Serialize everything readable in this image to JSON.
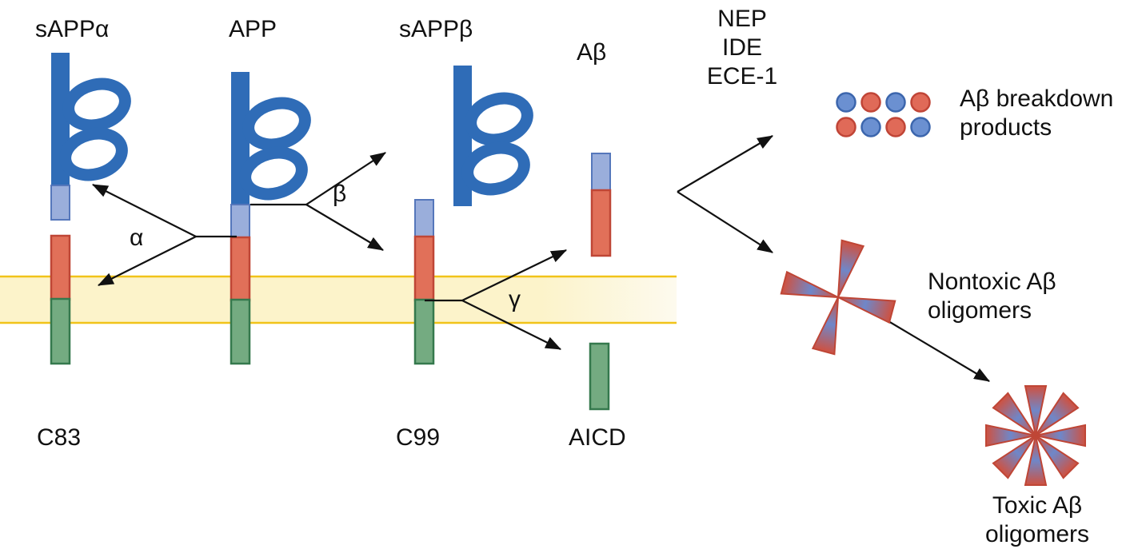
{
  "labels": {
    "sapp_alpha": "sAPPα",
    "app": "APP",
    "sapp_beta": "sAPPβ",
    "a_beta": "Aβ",
    "c83": "C83",
    "c99": "C99",
    "aicd": "AICD"
  },
  "cleavage_sites": {
    "alpha": "α",
    "beta": "β",
    "gamma": "γ"
  },
  "enzymes": [
    "NEP",
    "IDE",
    "ECE-1"
  ],
  "annotations": {
    "breakdown": [
      "Aβ breakdown",
      "products"
    ],
    "nontoxic": [
      "Nontoxic Aβ",
      "oligomers"
    ],
    "toxic": [
      "Toxic Aβ",
      "oligomers"
    ]
  },
  "colors": {
    "protein_blue": "#2f6cb7",
    "lightblue_fill": "#9aaedb",
    "lightblue_stroke": "#5577bb",
    "red_fill": "#e17059",
    "red_stroke": "#bf4636",
    "green_fill": "#74ab81",
    "green_stroke": "#35794d",
    "membrane_fill": "#fcf3ca",
    "membrane_line": "#f1c319",
    "arrow_black": "#111111"
  },
  "dots": {
    "top": [
      {
        "fill": "#6b90d1",
        "stroke": "#3c66ad"
      },
      {
        "fill": "#e06a58",
        "stroke": "#c04537"
      },
      {
        "fill": "#6b90d1",
        "stroke": "#3c66ad"
      },
      {
        "fill": "#e06a58",
        "stroke": "#c04537"
      }
    ],
    "bottom": [
      {
        "fill": "#e06a58",
        "stroke": "#c04537"
      },
      {
        "fill": "#6b90d1",
        "stroke": "#3c66ad"
      },
      {
        "fill": "#e06a58",
        "stroke": "#c04537"
      },
      {
        "fill": "#6b90d1",
        "stroke": "#3c66ad"
      }
    ]
  }
}
